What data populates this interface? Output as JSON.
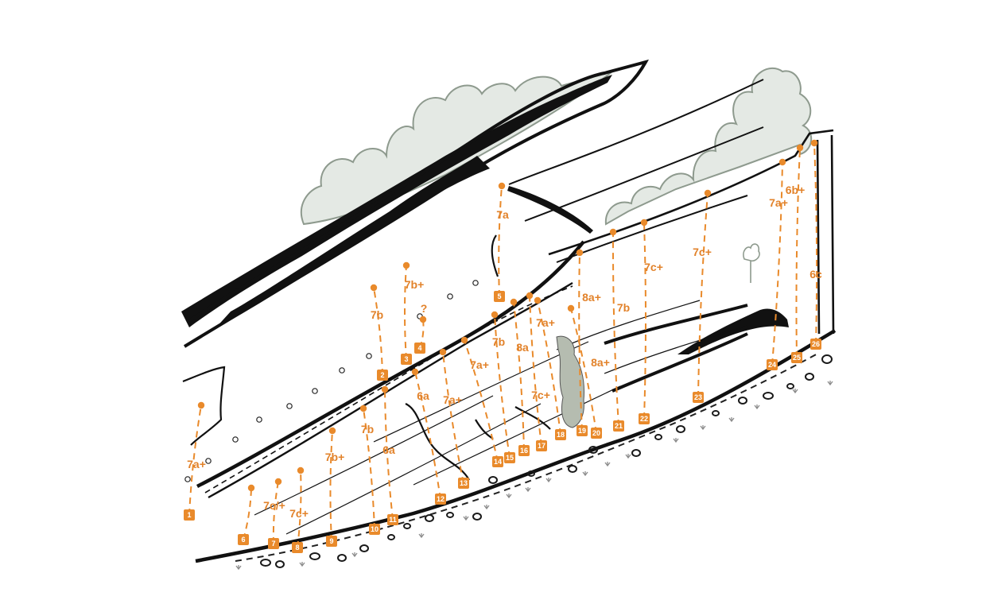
{
  "colors": {
    "route": "#e98a2b",
    "route_text": "#e2822a",
    "rock_line": "#111111",
    "vegetation_fill": "#e4e9e4",
    "vegetation_stroke": "#8e9a8e",
    "moss_fill": "#b5bcb0",
    "boulder_stroke": "#1a1a1a",
    "grass": "#8c8c8c"
  },
  "routes": [
    {
      "number": "1",
      "grade": "7a+"
    },
    {
      "number": "2",
      "grade": "7b"
    },
    {
      "number": "3",
      "grade": "7b+"
    },
    {
      "number": "4",
      "grade": "?"
    },
    {
      "number": "5",
      "grade": "7a"
    },
    {
      "number": "6",
      "grade": "7c/+"
    },
    {
      "number": "7",
      "grade": "7c+"
    },
    {
      "number": "8",
      "grade": ""
    },
    {
      "number": "9",
      "grade": "7b+"
    },
    {
      "number": "10",
      "grade": "7b"
    },
    {
      "number": "11",
      "grade": "6a"
    },
    {
      "number": "12",
      "grade": "6a"
    },
    {
      "number": "13",
      "grade": "7a+"
    },
    {
      "number": "14",
      "grade": "7a+"
    },
    {
      "number": "15",
      "grade": "7b"
    },
    {
      "number": "16",
      "grade": "8a"
    },
    {
      "number": "17",
      "grade": "7c+"
    },
    {
      "number": "18",
      "grade": "7a+"
    },
    {
      "number": "19",
      "grade": "8a+"
    },
    {
      "number": "20",
      "grade": "8a+"
    },
    {
      "number": "21",
      "grade": "7b"
    },
    {
      "number": "22",
      "grade": "7c+"
    },
    {
      "number": "23",
      "grade": "7c+"
    },
    {
      "number": "24",
      "grade": "7a+"
    },
    {
      "number": "25",
      "grade": "6b+"
    },
    {
      "number": "26",
      "grade": "6c"
    }
  ]
}
